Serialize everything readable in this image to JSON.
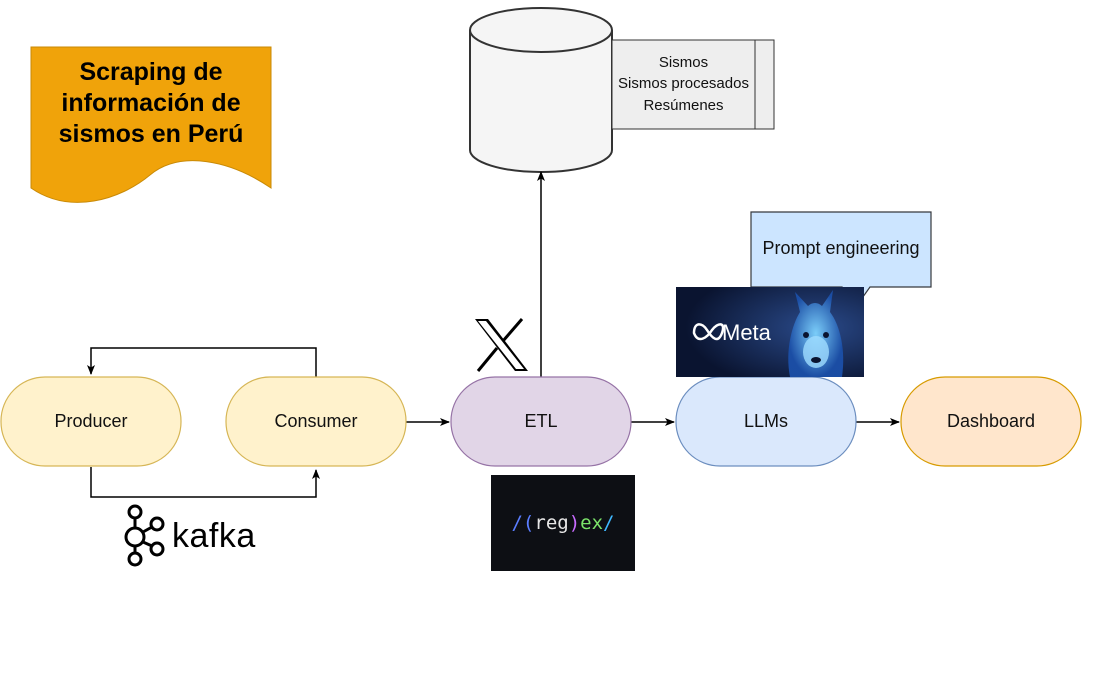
{
  "title": {
    "line1": "Scraping de",
    "line2": "información de",
    "line3": "sismos en Perú"
  },
  "database": {
    "tables": [
      "Sismos",
      "Sismos procesados",
      "Resúmenes"
    ]
  },
  "nodes": {
    "producer": "Producer",
    "consumer": "Consumer",
    "etl": "ETL",
    "llms": "LLMs",
    "dashboard": "Dashboard"
  },
  "callout": {
    "text": "Prompt engineering"
  },
  "logos": {
    "kafka": "kafka",
    "meta": "Meta",
    "regex_open": "/(",
    "regex_reg": "reg",
    "regex_close": ")",
    "regex_ex": "ex",
    "regex_end": "/"
  },
  "colors": {
    "title_fill": "#f0a30a",
    "producer_fill": "#fff2cc",
    "producer_stroke": "#d6b656",
    "etl_fill": "#e1d5e7",
    "etl_stroke": "#9673a6",
    "llm_fill": "#dae8fc",
    "llm_stroke": "#6c8ebf",
    "dash_fill": "#ffe6cc",
    "dash_stroke": "#d79b00",
    "db_fill": "#f5f5f5",
    "db_stroke": "#333333"
  }
}
